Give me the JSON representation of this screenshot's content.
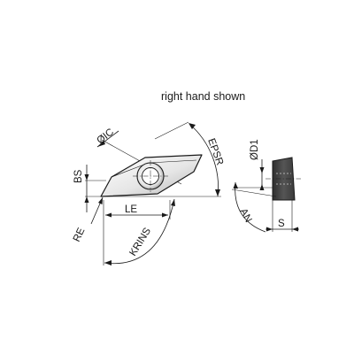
{
  "note": "right hand shown",
  "labels": {
    "ic": "ØIC",
    "epsr": "EPSR",
    "bs": "BS",
    "le": "LE",
    "re": "RE",
    "krins": "KRINS",
    "d1": "ØD1",
    "an": "AN",
    "s": "S"
  },
  "colors": {
    "line": "#1a1a1a",
    "insert_fill": "#f2f2f2",
    "insert_gradient_dark": "#b5b5b5",
    "side_view_fill": "#4a4a4a"
  }
}
